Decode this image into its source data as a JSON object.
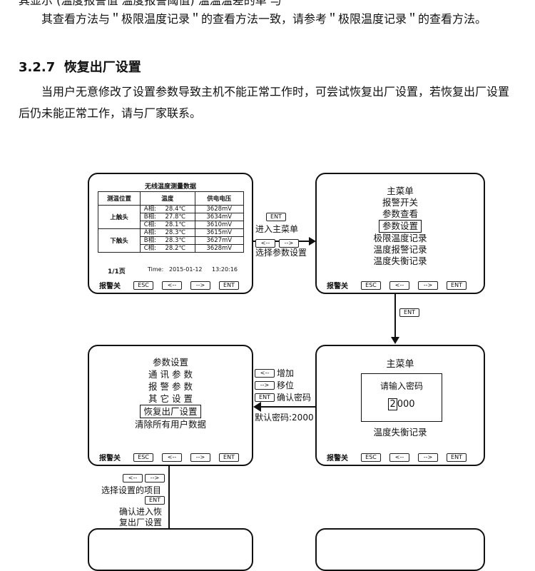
{
  "top_cut": "其显示     (温度报警值     温度报警阈值)     温温温差的单     与",
  "para1": "其查看方法与＂极限温度记录＂的查看方法一致，请参考＂极限温度记录＂的查看方法。",
  "section_number": "3.2.7",
  "section_title": "恢复出厂设置",
  "para2": "当用户无意修改了设置参数导致主机不能正常工作时，可尝试恢复出厂设置，若恢复出厂设置后仍未能正常工作，请与厂家联系。",
  "buttons": {
    "alarm": "报警关",
    "esc": "ESC",
    "left": "<--",
    "right": "-->",
    "ent": "ENT"
  },
  "screen1": {
    "title": "无线温度测量数据",
    "headers": [
      "测温位置",
      "温度",
      "供电电压"
    ],
    "groups": [
      {
        "name": "上触头",
        "rows": [
          {
            "phase": "A相:",
            "temp": "28.4℃",
            "volt": "3628mV"
          },
          {
            "phase": "B相:",
            "temp": "27.8℃",
            "volt": "3634mV"
          },
          {
            "phase": "C相:",
            "temp": "28.1℃",
            "volt": "3610mV"
          }
        ]
      },
      {
        "name": "下触头",
        "rows": [
          {
            "phase": "A相:",
            "temp": "28.3℃",
            "volt": "3615mV"
          },
          {
            "phase": "B相:",
            "temp": "28.3℃",
            "volt": "3627mV"
          },
          {
            "phase": "C相:",
            "temp": "28.2℃",
            "volt": "3628mV"
          }
        ]
      }
    ],
    "page": "1/1页",
    "time_label": "Time:",
    "date": "2015-01-12",
    "clock": "13:20:16"
  },
  "arrow1": {
    "ent": "ENT",
    "text1": "进入主菜单",
    "left": "<--",
    "right": "-->",
    "text2": "选择参数设置"
  },
  "screen2": {
    "items": [
      "主菜单",
      "报警开关",
      "参数查看",
      "参数设置",
      "极限温度记录",
      "温度报警记录",
      "温度失衡记录"
    ],
    "selected": 3
  },
  "arrow2": {
    "ent": "ENT"
  },
  "screen3": {
    "title": "主菜单",
    "prompt": "请输入密码",
    "cursor": "2",
    "rest": "000",
    "bottom": "温度失衡记录"
  },
  "arrow3": {
    "k1": "<--",
    "t1": "增加",
    "k2": "-->",
    "t2": "移位",
    "k3": "ENT",
    "t3": "确认密码",
    "t4": "默认密码:2000"
  },
  "screen4": {
    "items": [
      "参数设置",
      "通 讯 参 数",
      "报 警 参 数",
      "其 它 设 置",
      "恢复出厂设置",
      "清除所有用户数据"
    ],
    "selected": 4
  },
  "arrow4": {
    "left": "<--",
    "right": "-->",
    "t1": "选择设置的项目",
    "ent": "ENT",
    "t2": "确认进入恢",
    "t3": "复出厂设置"
  }
}
